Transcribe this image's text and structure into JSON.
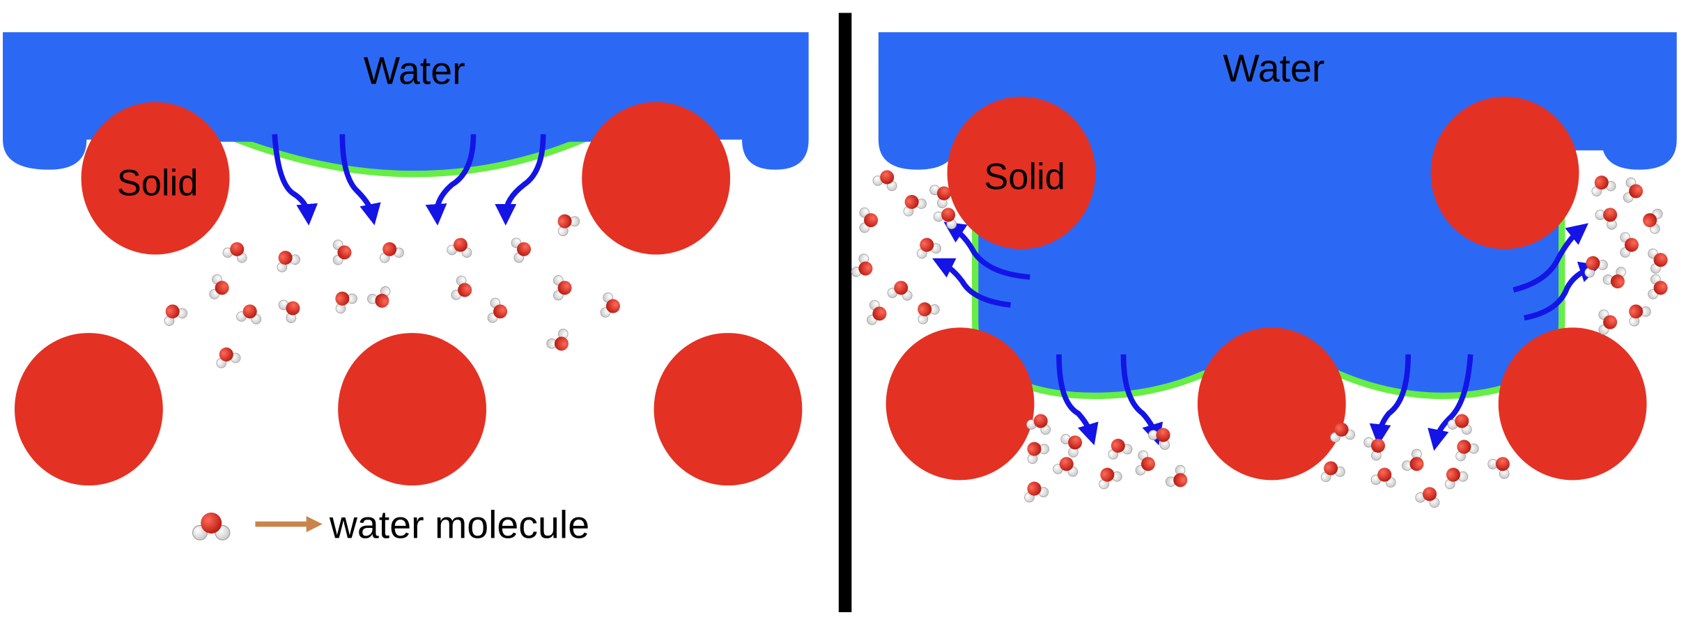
{
  "left_panel": {
    "water_label": "Water",
    "solid_label": "Solid",
    "legend_text": "water molecule"
  },
  "right_panel": {
    "water_label": "Water",
    "solid_label": "Solid"
  },
  "colors": {
    "water": "#2b69f5",
    "solid": "#e33124",
    "interface": "#66ee44",
    "flow_arrow": "#1414e6",
    "divider": "#000000",
    "legend_arrow": "#c8844a"
  }
}
